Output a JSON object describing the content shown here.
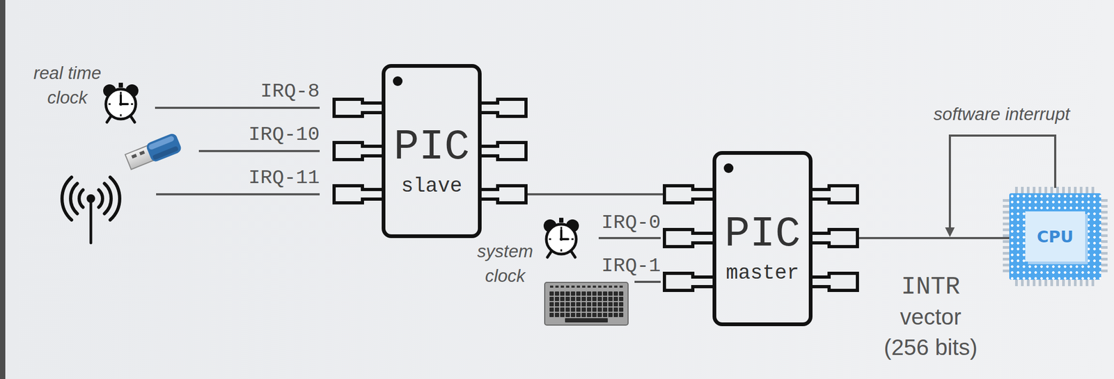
{
  "diagram": {
    "nodes": [
      {
        "text": [
          "PIC",
          "slave"
        ]
      },
      {
        "text": [
          "PIC",
          "master"
        ]
      },
      {
        "text": [
          "CPU"
        ]
      }
    ],
    "edges": [
      {
        "from": 0,
        "to": 1,
        "arrow": "none"
      },
      {
        "from": 1,
        "to": 2,
        "arrow": "none"
      }
    ],
    "labels": [
      "real time clock",
      "IRQ-8",
      "IRQ-10",
      "IRQ-11",
      "system clock",
      "IRQ-0",
      "IRQ-1",
      "software interrupt",
      "INTR",
      "vector (256 bits)"
    ]
  }
}
